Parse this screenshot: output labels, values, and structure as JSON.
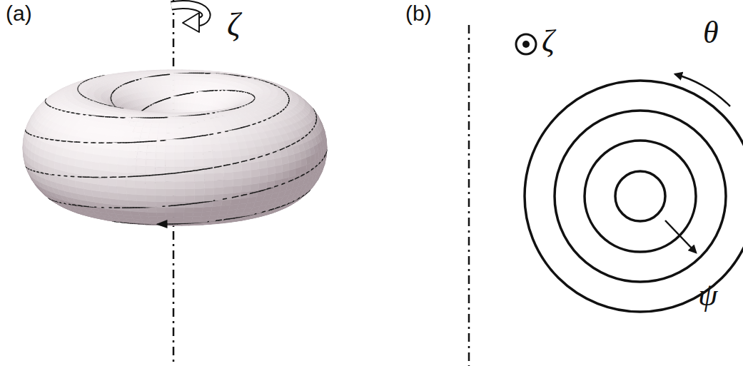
{
  "diagram": {
    "labels": [
      "(a)",
      "ζ",
      "(b)",
      "ζ",
      "θ",
      "ψ"
    ]
  }
}
